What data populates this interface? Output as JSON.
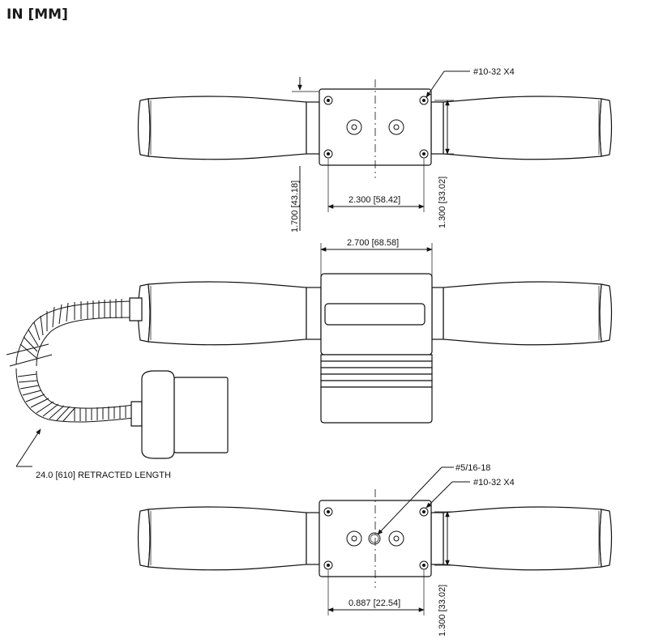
{
  "units_label": "IN [MM]",
  "top_view": {
    "hole_callout": "#10-32 X4",
    "dim_width": "2.300 [58.42]",
    "dim_left": "1.700 [43.18]",
    "dim_right": "1.300 [33.02]"
  },
  "side_view": {
    "dim_width": "2.700 [68.58]",
    "cable_callout": "24.0 [610] RETRACTED LENGTH"
  },
  "bottom_view": {
    "thread_callout": "#5/16-18",
    "hole_callout": "#10-32 X4",
    "dim_offset": "0.887 [22.54]",
    "dim_right": "1.300 [33.02]"
  }
}
